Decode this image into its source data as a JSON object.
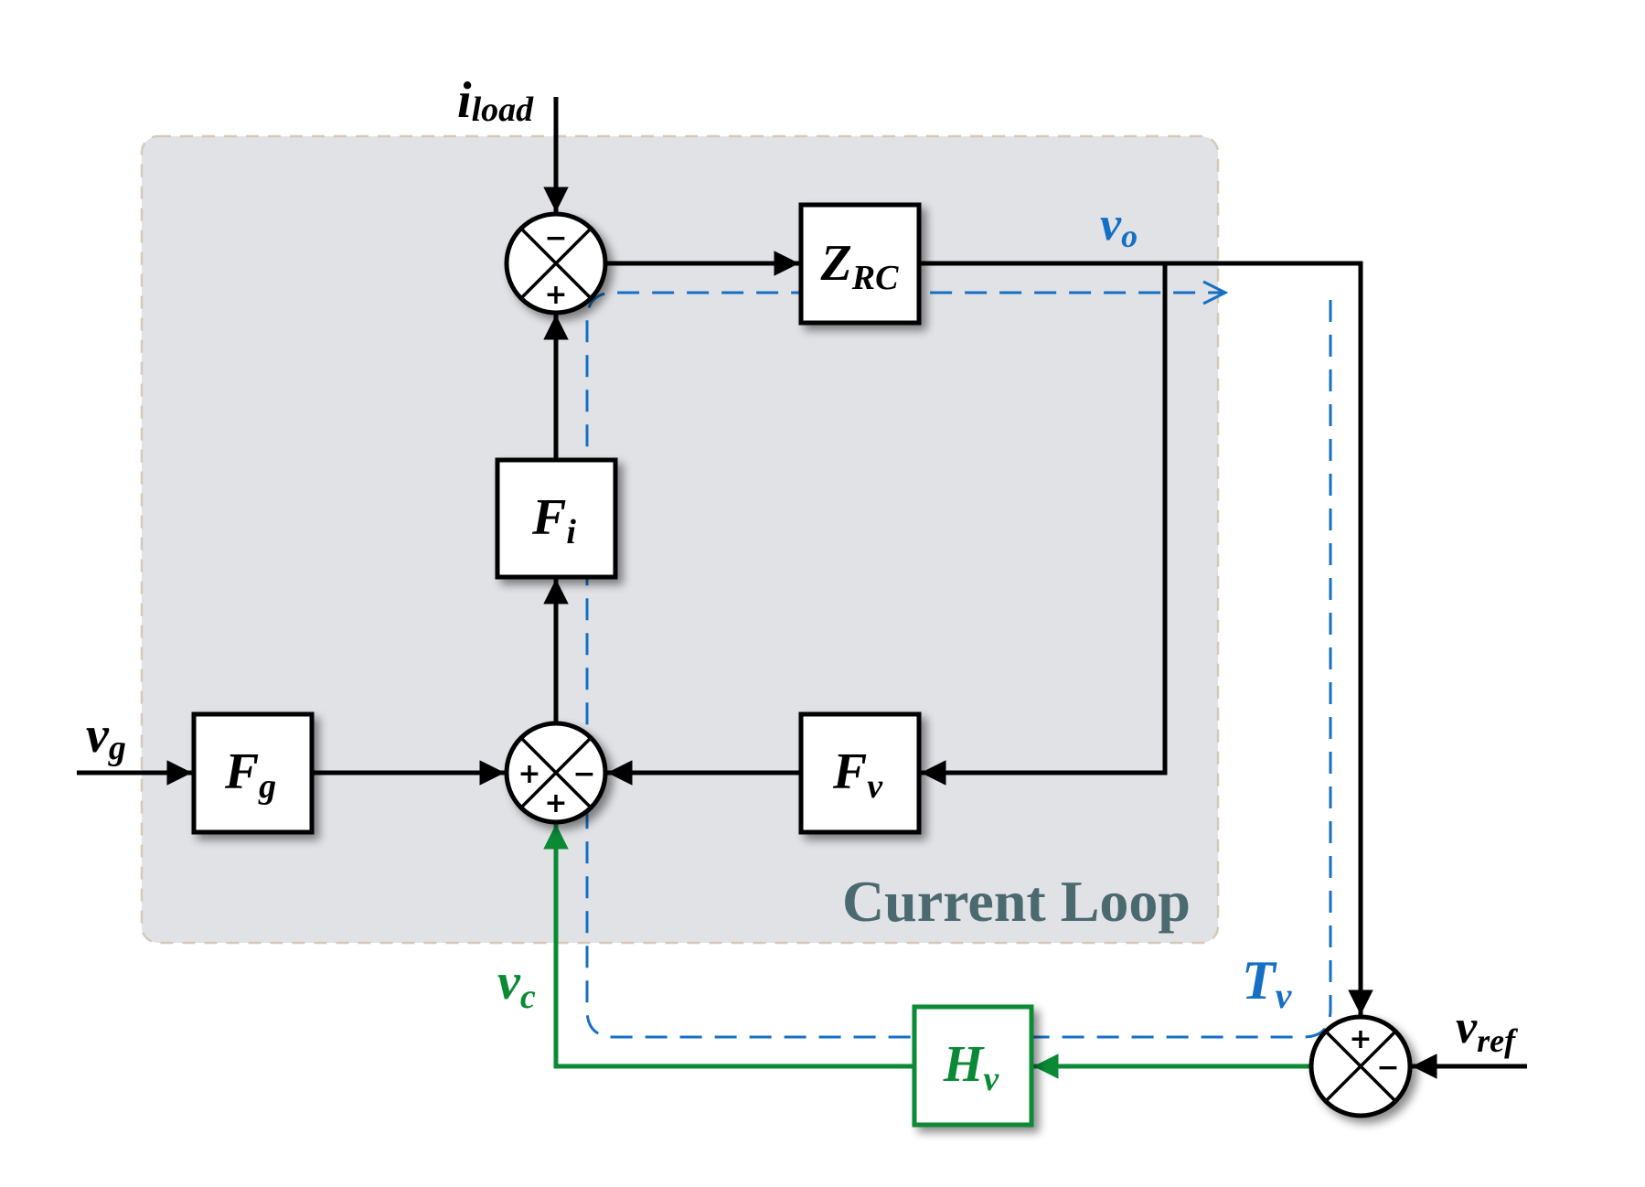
{
  "diagram": {
    "type": "control-loop-block-diagram",
    "region": {
      "label": "Current Loop",
      "fill_color": "#e1e2e6",
      "border_color": "#d6c9b8",
      "label_color": "#4a6a70"
    },
    "colors": {
      "signal": "#000000",
      "outer_loop": "#0a8a35",
      "loop_gain_path": "#1570c4"
    },
    "blocks": {
      "zrc": {
        "main": "Z",
        "sub": "RC"
      },
      "fi": {
        "main": "F",
        "sub": "i"
      },
      "fg": {
        "main": "F",
        "sub": "g"
      },
      "fv": {
        "main": "F",
        "sub": "v"
      },
      "hv": {
        "main": "H",
        "sub": "v"
      }
    },
    "junctions": {
      "top": {
        "top_sign": "−",
        "bottom_sign": "+"
      },
      "bottom": {
        "left_sign": "+",
        "right_sign": "−",
        "bottom_sign": "+"
      },
      "ref": {
        "top_sign": "+",
        "right_sign": "−"
      }
    },
    "signals": {
      "iload": {
        "main": "i",
        "sub": "load"
      },
      "vg": {
        "main": "v",
        "sub": "g"
      },
      "vo": {
        "main": "v",
        "sub": "o"
      },
      "vc": {
        "main": "v",
        "sub": "c"
      },
      "vref": {
        "main": "v",
        "sub": "ref"
      },
      "tv": {
        "main": "T",
        "sub": "v"
      }
    }
  }
}
